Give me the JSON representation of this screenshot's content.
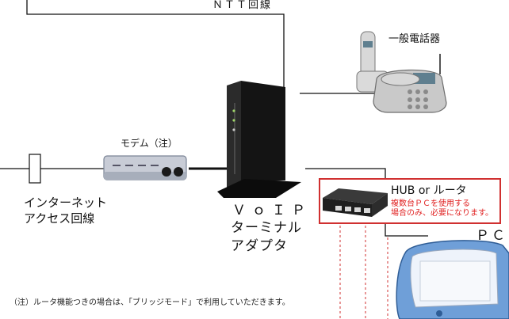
{
  "labels": {
    "ntt": "ＮＴＴ回線",
    "phone": "一般電話器",
    "modem": "モデム（注）",
    "internet_line1": "インターネット",
    "internet_line2": "アクセス回線",
    "voip_line1": "ＶｏＩＰ",
    "voip_line2": "ターミナル",
    "voip_line3": "アダプタ",
    "hub_title": "HUB or ルータ",
    "hub_note_line1": "複数台ＰＣを使用する",
    "hub_note_line2": "場合のみ、必要になります。",
    "pc": "ＰＣ",
    "footnote": "（注）ルータ機能つきの場合は、「ブリッジモード」で利用していただきます。"
  },
  "colors": {
    "wire": "#111111",
    "note_red": "#e02020",
    "hub_border": "#d03030",
    "adapter": "#1a1a1a",
    "modem_body": "#c8ccd6",
    "pc_blue": "#6f9fd8"
  },
  "icons": {
    "modem": "dsl-modem-icon",
    "adapter": "voip-adapter-icon",
    "phone": "desk-telephone-icon",
    "hub": "network-hub-icon",
    "pc": "imac-computer-icon",
    "splitter": "line-splitter-icon"
  }
}
